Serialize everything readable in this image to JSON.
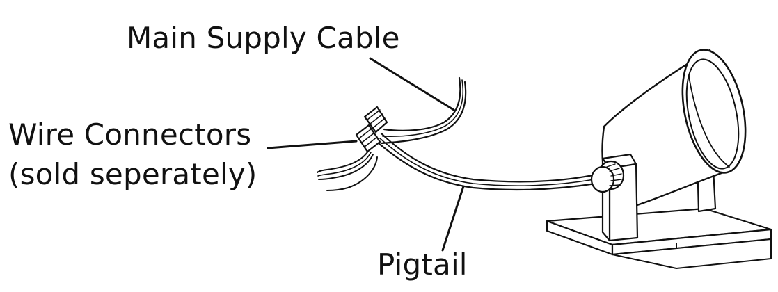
{
  "labels": {
    "main_supply_cable": "Main Supply Cable",
    "wire_connectors": "Wire Connectors",
    "sold_separately": "(sold seperately)",
    "pigtail": "Pigtail"
  },
  "colors": {
    "ink": "#111111",
    "background": "#ffffff"
  }
}
